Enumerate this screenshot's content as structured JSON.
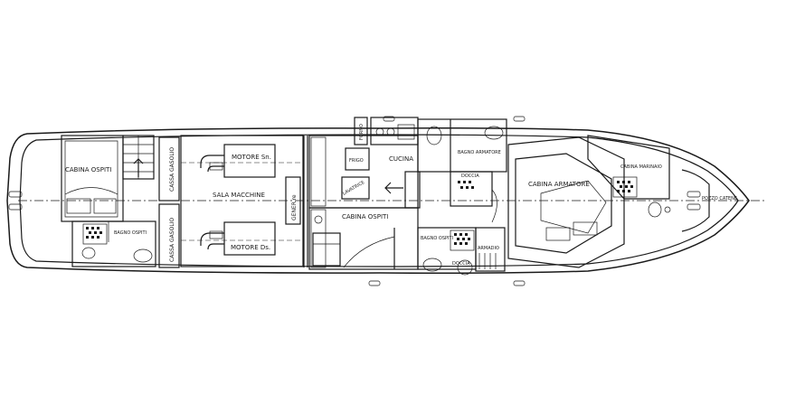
{
  "labels": {
    "cabina_ospiti_aft": "CABINA OSPITI",
    "bagno_ospiti_aft": "BAGNO OSPITI",
    "cassa_gasolio_top": "CASSA GASOLIO",
    "cassa_gasolio_bottom": "CASSA GASOLIO",
    "motore_sn": "MOTORE Sn.",
    "motore_ds": "MOTORE Ds.",
    "sala_macchine": "SALA MACCHINE",
    "generatore": "GENER.re",
    "forno": "FORNO",
    "frigo": "FRIGO",
    "cucina": "CUCINA",
    "lavatrice": "LAVATRICE",
    "cabina_ospiti_mid": "CABINA OSPITI",
    "bagno_armatore": "BAGNO ARMATORE",
    "doccia_armatore": "DOCCIA",
    "bagno_ospiti_mid": "BAGNO OSPITI",
    "armadio": "ARMADIO",
    "doccia_ospiti": "DOCCIA",
    "cabina_armatore": "CABINA ARMATORE",
    "cabina_marinaio": "CABINA MARINAIO",
    "pozzo_catene": "POZZO CATENE"
  }
}
